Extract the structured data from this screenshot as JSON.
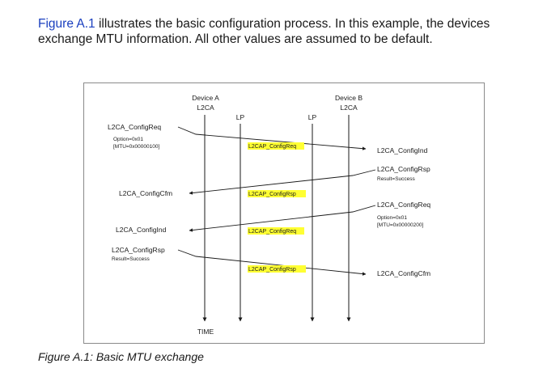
{
  "intro": {
    "link_text": "Figure A.1",
    "text": " illustrates the basic configuration process. In this example, the devices exchange MTU information. All other values are assumed to be default."
  },
  "diagram": {
    "device_a": {
      "line1": "Device A",
      "line2": "L2CA"
    },
    "device_b": {
      "line1": "Device B",
      "line2": "L2CA"
    },
    "lp_left": "LP",
    "lp_right": "LP",
    "time_label": "TIME",
    "left_labels": {
      "config_req": "L2CA_ConfigReq",
      "config_req_opt1": "Option=0x01",
      "config_req_opt2": "[MTU=0x00000100]",
      "config_cfm": "L2CA_ConfigCfm",
      "config_ind": "L2CA_ConfigInd",
      "config_rsp": "L2CA_ConfigRsp",
      "config_rsp_result": "Result=Success"
    },
    "right_labels": {
      "config_ind": "L2CA_ConfigInd",
      "config_rsp": "L2CA_ConfigRsp",
      "config_rsp_result": "Result=Success",
      "config_req": "L2CA_ConfigReq",
      "config_req_opt1": "Option=0x01",
      "config_req_opt2": "[MTU=0x00000200]",
      "config_cfm": "L2CA_ConfigCfm"
    },
    "pdus": {
      "pdu1": "L2CAP_ConfigReq",
      "pdu2": "L2CAP_ConfigRsp",
      "pdu3": "L2CAP_ConfigReq",
      "pdu4": "L2CAP_ConfigRsp"
    },
    "highlight_color": "#ffff33"
  },
  "caption": "Figure A.1:  Basic MTU exchange"
}
